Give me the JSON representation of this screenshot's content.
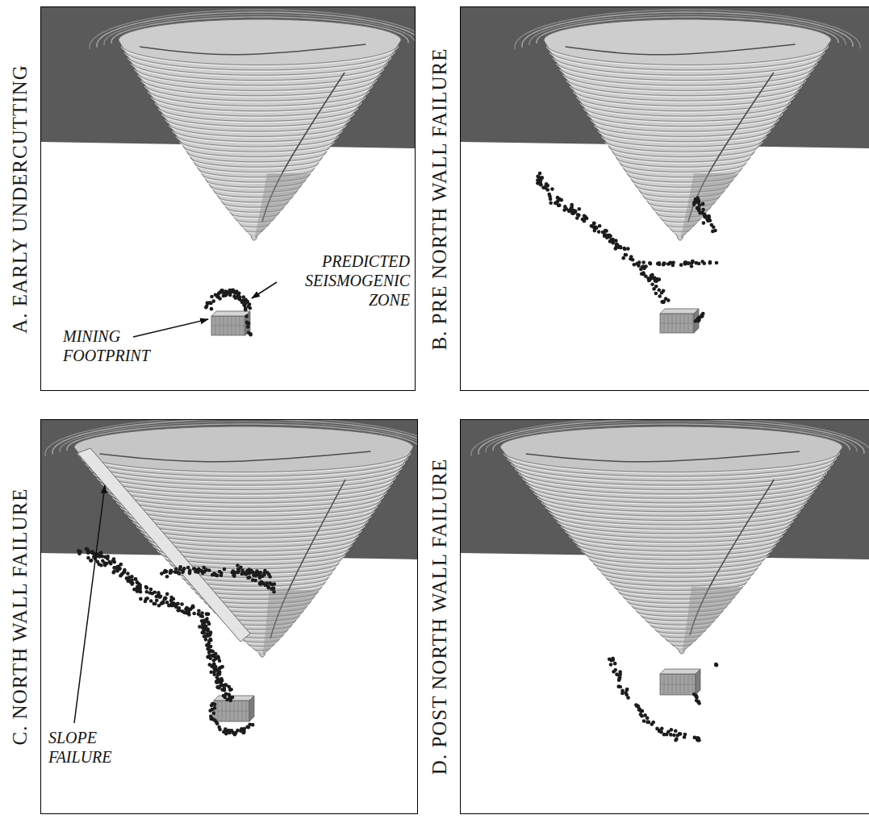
{
  "diagram": {
    "nodes": [
      {
        "text": [
          "A. EARLY UNDERCUTTING"
        ]
      },
      {
        "text": [
          "B. PRE NORTH WALL FAILURE"
        ]
      },
      {
        "text": [
          "C. NORTH WALL FAILURE"
        ]
      },
      {
        "text": [
          "D. POST NORTH WALL FAILURE"
        ]
      }
    ],
    "labels": [
      "PREDICTED SEISMOGENIC ZONE",
      "MINING FOOTPRINT",
      "SLOPE FAILURE"
    ]
  }
}
